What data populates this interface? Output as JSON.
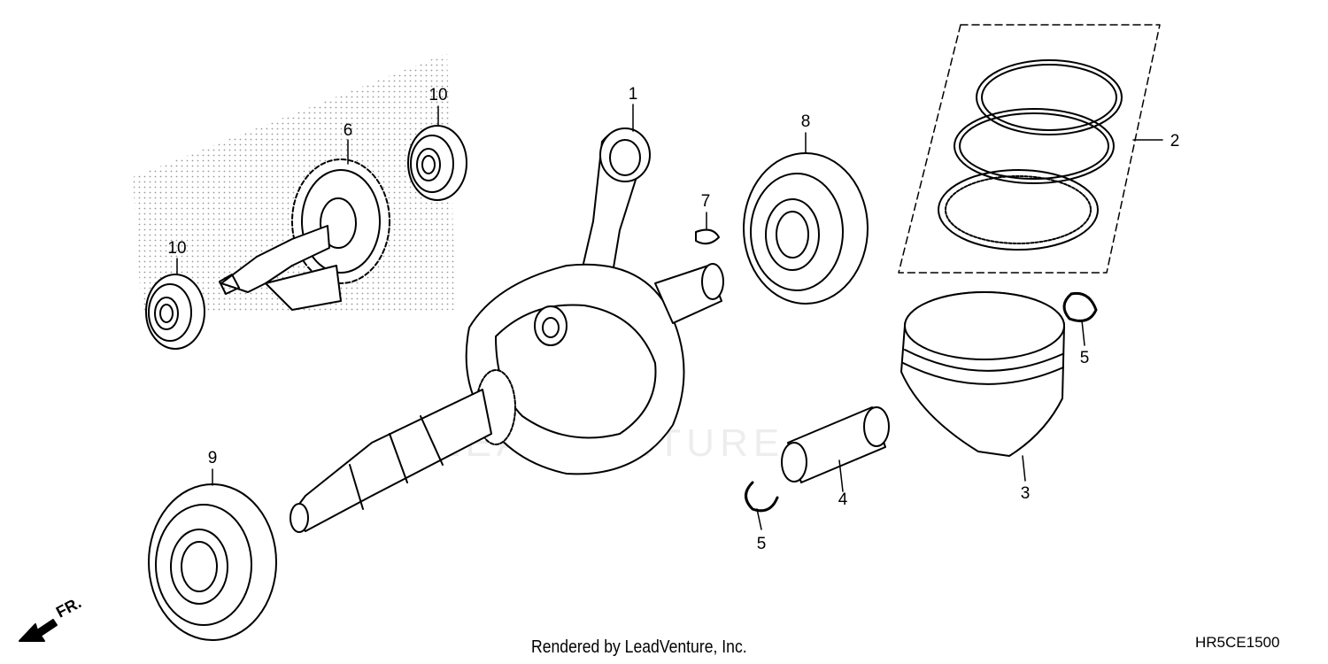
{
  "diagram": {
    "callouts": [
      {
        "id": "1",
        "label": "1"
      },
      {
        "id": "2",
        "label": "2"
      },
      {
        "id": "3",
        "label": "3"
      },
      {
        "id": "4",
        "label": "4"
      },
      {
        "id": "5a",
        "label": "5"
      },
      {
        "id": "5b",
        "label": "5"
      },
      {
        "id": "6",
        "label": "6"
      },
      {
        "id": "7",
        "label": "7"
      },
      {
        "id": "8",
        "label": "8"
      },
      {
        "id": "9",
        "label": "9"
      },
      {
        "id": "10a",
        "label": "10"
      },
      {
        "id": "10b",
        "label": "10"
      }
    ],
    "front_label": "FR.",
    "watermark": "LEADVENTURE"
  },
  "footer": {
    "credit": "Rendered by LeadVenture, Inc.",
    "code": "HR5CE1500"
  }
}
